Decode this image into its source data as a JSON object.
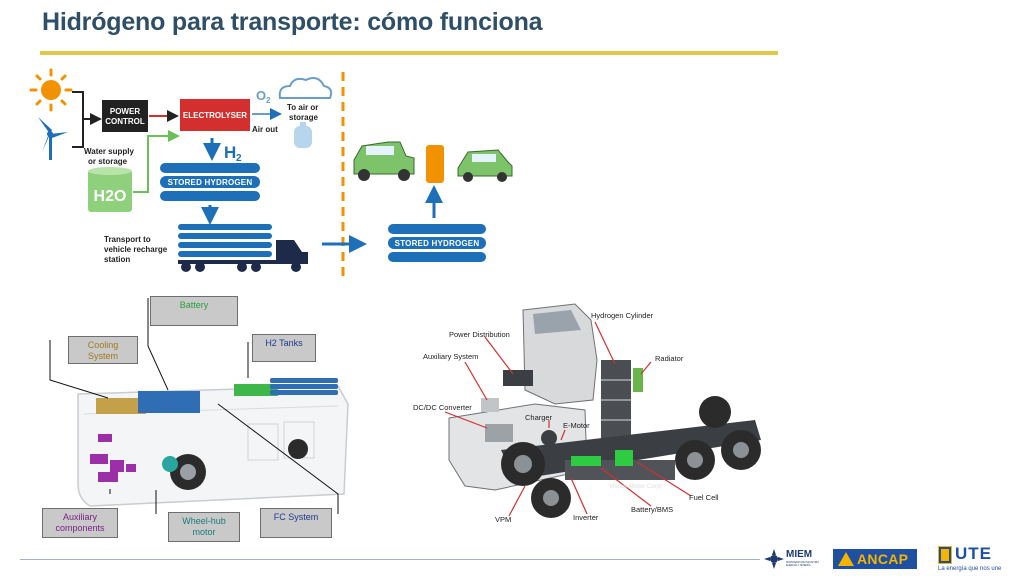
{
  "slide": {
    "title": "Hidrógeno para transporte: cómo funciona",
    "accent_color": "#e0c94a",
    "title_color": "#2f4f66"
  },
  "top_diagram": {
    "labels": {
      "power_control": [
        "POWER",
        "CONTROL"
      ],
      "electrolyser": "ELECTROLYSER",
      "o2": "O",
      "o2_sub": "2",
      "to_air_or_storage": [
        "To air or",
        "storage"
      ],
      "air_out": "Air out",
      "h2": "H",
      "h2_sub": "2",
      "water_supply": [
        "Water supply",
        "or storage"
      ],
      "h2o": "H2O",
      "stored_hydrogen_left": "STORED HYDROGEN",
      "stored_hydrogen_right": "STORED HYDROGEN",
      "transport": [
        "Transport to",
        "vehicle recharge",
        "station"
      ]
    },
    "icons": [
      "sun-icon",
      "wind-turbine-icon",
      "cloud-icon",
      "gas-cylinder-icon",
      "water-tank-icon",
      "tanker-truck-icon",
      "pickup-truck-icon",
      "hydrogen-pump-icon",
      "car-icon"
    ],
    "colors": {
      "blue": "#1d6fb8",
      "red": "#d32f2f",
      "green": "#6bbf59",
      "orange": "#f39200",
      "dark": "#222222"
    }
  },
  "bus_diagram": {
    "labels": {
      "battery": "Battery",
      "cooling_system": [
        "Cooling",
        "System"
      ],
      "h2_tanks": "H2 Tanks",
      "auxiliary_components": [
        "Auxiliary",
        "components"
      ],
      "wheel_hub_motor": [
        "Wheel-hub",
        "motor"
      ],
      "fc_system": "FC System"
    },
    "label_colors": {
      "battery": "#2a9d3a",
      "cooling_system": "#a07a1e",
      "h2_tanks": "#1e3a8a",
      "auxiliary_components": "#7b1f86",
      "wheel_hub_motor": "#1a7a7a",
      "fc_system": "#1e3a8a"
    }
  },
  "truck_diagram": {
    "labels": {
      "hydrogen_cylinder": "Hydrogen Cylinder",
      "power_distribution": "Power Distribution",
      "auxiliary_system": "Auxiliary System",
      "radiator": "Radiator",
      "dc_dc_converter": "DC/DC Converter",
      "charger": "Charger",
      "e_motor": "E-Motor",
      "fuel_cell": "Fuel Cell",
      "battery_bms": "Battery/BMS",
      "inverter": "Inverter",
      "vpm": "VPM",
      "brand": "Vision Motor Corp"
    }
  },
  "logos": {
    "miem": "MIEM",
    "miem_subtitle": "MINISTERIO DE INDUSTRIA ENERGÍA Y MINERÍA",
    "ancap": "ANCAP",
    "ute": "UTE",
    "ute_tagline": "La energía que nos une"
  }
}
